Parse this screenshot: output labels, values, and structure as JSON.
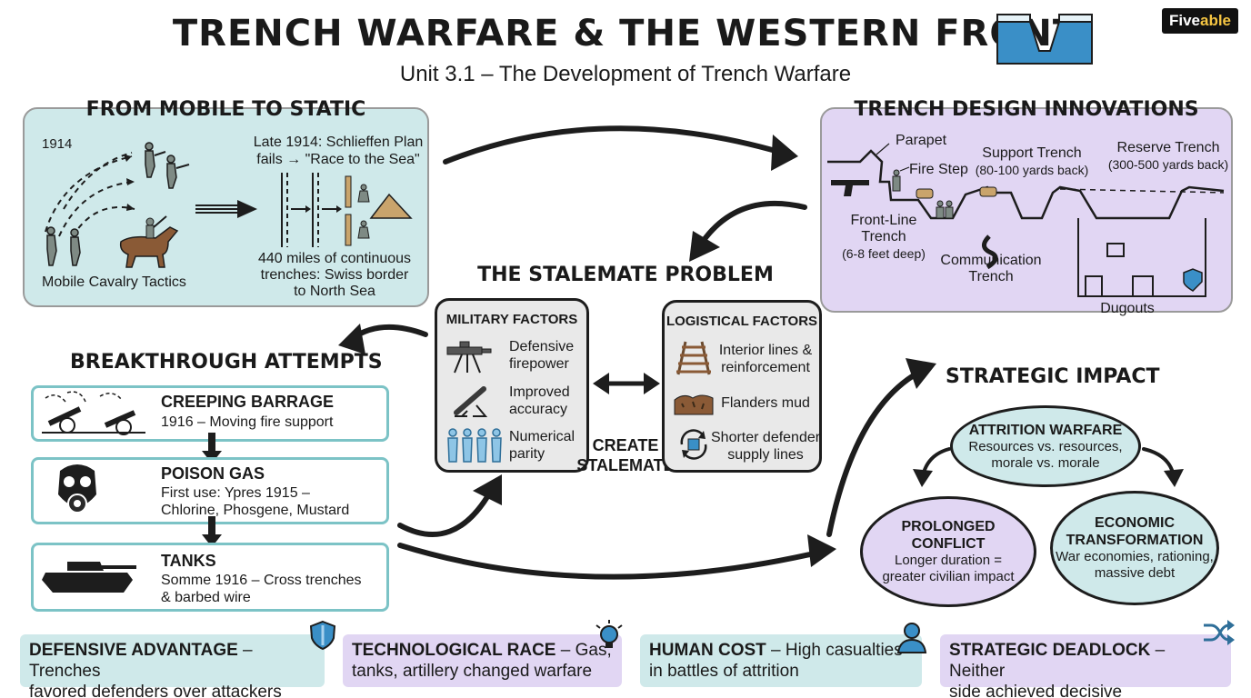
{
  "header": {
    "title": "Trench Warfare & the Western Front",
    "subtitle": "Unit 3.1 – The Development of Trench Warfare",
    "logo_prefix": "Five",
    "logo_suffix": "able"
  },
  "mobile_to_static": {
    "heading": "From Mobile to Static",
    "year": "1914",
    "cavalry_label": "Mobile Cavalry Tactics",
    "schlieffen_line1": "Late 1914: Schlieffen Plan",
    "schlieffen_line2": "fails → \"Race to the Sea\"",
    "miles_line1": "440 miles of continuous",
    "miles_line2": "trenches: Swiss border",
    "miles_line3": "to North Sea"
  },
  "trench_design": {
    "heading": "Trench Design Innovations",
    "parapet": "Parapet",
    "fire_step": "Fire Step",
    "support_trench": "Support Trench",
    "support_distance": "(80-100 yards back)",
    "reserve_trench": "Reserve Trench",
    "reserve_distance": "(300-500 yards back)",
    "front_line_1": "Front-Line",
    "front_line_2": "Trench",
    "front_line_depth": "(6-8 feet deep)",
    "communication_1": "Communication",
    "communication_2": "Trench",
    "dugouts": "Dugouts"
  },
  "stalemate": {
    "heading": "The Stalemate Problem",
    "create_1": "Create",
    "create_2": "Stalemate",
    "military": {
      "title": "Military Factors",
      "items": [
        {
          "line1": "Defensive",
          "line2": "firepower",
          "icon": "machine-gun-icon"
        },
        {
          "line1": "Improved",
          "line2": "accuracy",
          "icon": "mortar-icon"
        },
        {
          "line1": "Numerical",
          "line2": "parity",
          "icon": "soldiers-group-icon"
        }
      ]
    },
    "logistical": {
      "title": "Logistical Factors",
      "items": [
        {
          "line1": "Interior lines &",
          "line2": "reinforcement",
          "icon": "railway-track-icon"
        },
        {
          "line1": "Flanders mud",
          "line2": "",
          "icon": "mud-icon"
        },
        {
          "line1": "Shorter defender",
          "line2": "supply lines",
          "icon": "supply-cycle-icon"
        }
      ]
    }
  },
  "breakthrough": {
    "heading": "Breakthrough Attempts",
    "items": [
      {
        "title": "Creeping Barrage",
        "line1": "1916 – Moving fire support",
        "line2": "",
        "icon": "artillery-icon"
      },
      {
        "title": "Poison Gas",
        "line1": "First use: Ypres 1915 –",
        "line2": "Chlorine, Phosgene, Mustard",
        "icon": "gas-mask-icon"
      },
      {
        "title": "Tanks",
        "line1": "Somme 1916 – Cross trenches",
        "line2": "& barbed wire",
        "icon": "tank-icon"
      }
    ]
  },
  "strategic": {
    "heading": "Strategic Impact",
    "attrition": {
      "title": "Attrition Warfare",
      "line1": "Resources vs. resources,",
      "line2": "morale vs. morale"
    },
    "prolonged": {
      "title1": "Prolonged",
      "title2": "Conflict",
      "line1": "Longer duration =",
      "line2": "greater civilian impact"
    },
    "economic": {
      "title1": "Economic",
      "title2": "Transformation",
      "line1": "War economies, rationing,",
      "line2": "massive debt"
    }
  },
  "footer": [
    {
      "bold": "Defensive Advantage",
      "rest1": " – Trenches",
      "rest2": "favored defenders over attackers",
      "icon": "shield-icon"
    },
    {
      "bold": "Technological Race",
      "rest1": " – Gas,",
      "rest2": "tanks, artillery changed warfare",
      "icon": "lightbulb-icon"
    },
    {
      "bold": "Human Cost",
      "rest1": " – High casualties",
      "rest2": "in battles of attrition",
      "icon": "person-icon"
    },
    {
      "bold": "Strategic Deadlock",
      "rest1": " – Neither",
      "rest2": "side achieved decisive breakthrough",
      "icon": "shuffle-icon"
    }
  ],
  "colors": {
    "teal_panel": "#cfe9ea",
    "lavender_panel": "#e1d6f3",
    "gray_panel": "#e9e9e9",
    "accent_blue": "#3a8fc7",
    "card_border": "#7cc3c6"
  }
}
